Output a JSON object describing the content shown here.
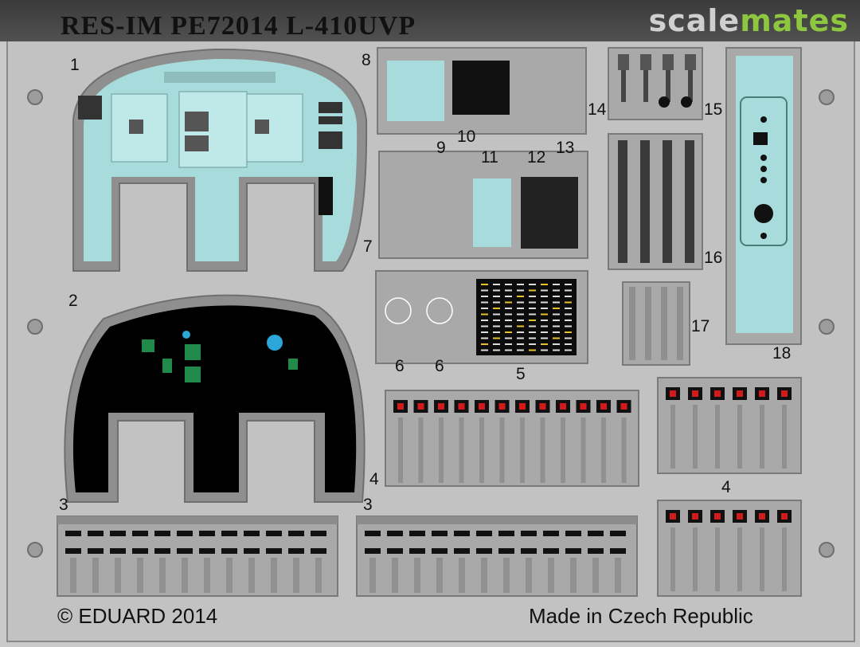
{
  "header": {
    "title": "RES-IM PE72014 L-410UVP",
    "watermark_part1": "scale",
    "watermark_part2": "mates"
  },
  "part_numbers": {
    "p1": "1",
    "p2": "2",
    "p3a": "3",
    "p3b": "3",
    "p4a": "4",
    "p4b": "4",
    "p5": "5",
    "p6a": "6",
    "p6b": "6",
    "p7": "7",
    "p8": "8",
    "p9": "9",
    "p10": "10",
    "p11": "11",
    "p12": "12",
    "p13": "13",
    "p14": "14",
    "p15": "15",
    "p16": "16",
    "p17": "17",
    "p18": "18"
  },
  "footer": {
    "copyright": "© EDUARD 2014",
    "origin": "Made in Czech Republic"
  },
  "colors": {
    "fret": "#c2c2c2",
    "panel_cyan": "#a8dcdc",
    "panel_black": "#000000",
    "accent_green": "#8dc63f",
    "red_lamp": "#d21a1a"
  }
}
